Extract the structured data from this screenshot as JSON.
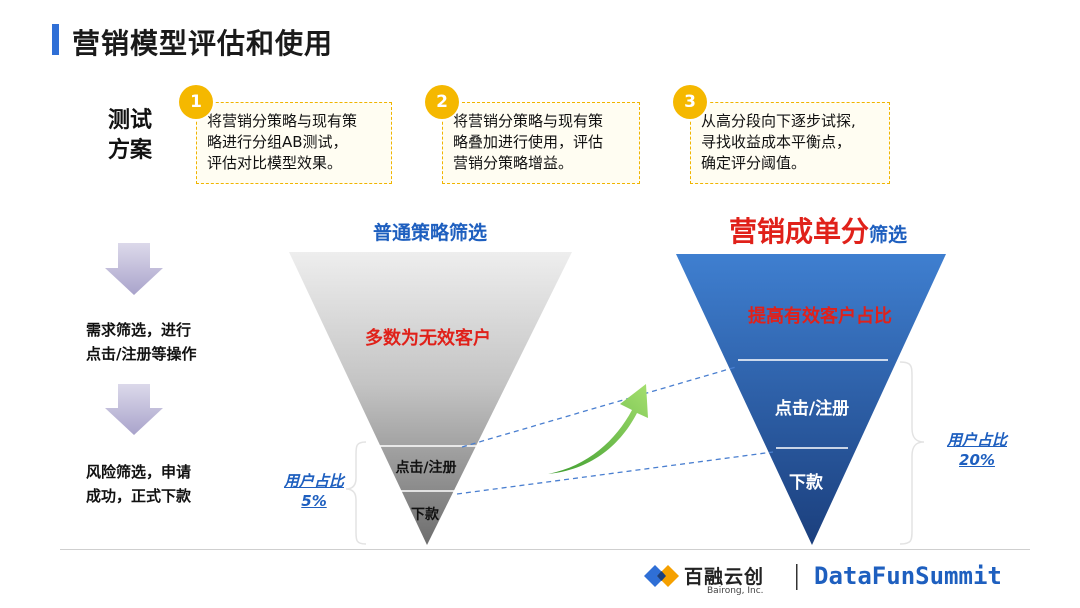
{
  "title": "营销模型评估和使用",
  "test_plan": {
    "label_line1": "测试",
    "label_line2": "方案"
  },
  "steps": [
    {
      "num": "1",
      "lines": [
        "将营销分策略与现有策",
        "略进行分组AB测试，",
        "评估对比模型效果。"
      ]
    },
    {
      "num": "2",
      "lines": [
        "将营销分策略与现有策",
        "略叠加进行使用，评估",
        "营销分策略增益。"
      ]
    },
    {
      "num": "3",
      "lines": [
        "从高分段向下逐步试探,",
        "寻找收益成本平衡点，",
        "确定评分阈值。"
      ]
    }
  ],
  "side_steps": [
    {
      "lines": [
        "需求筛选，进行",
        "点击/注册等操作"
      ]
    },
    {
      "lines": [
        "风险筛选，申请",
        "成功，正式下款"
      ]
    }
  ],
  "funnel_left": {
    "heading": "普通策略筛选",
    "main_label": "多数为无效客户",
    "click_label": "点击/注册",
    "loan_label": "下款",
    "ratio_line1": "用户占比",
    "ratio_line2": "5%"
  },
  "funnel_right": {
    "heading_main": "营销成单分",
    "heading_suffix": "筛选",
    "main_label": "提高有效客户占比",
    "click_label": "点击/注册",
    "loan_label": "下款",
    "ratio_line1": "用户占比",
    "ratio_line2": "20%"
  },
  "footer": {
    "company_cn": "百融云创",
    "company_en": "Bairong, Inc.",
    "event": "DataFunSummit"
  },
  "colors": {
    "accent_blue": "#1e5fbf",
    "red": "#e0211a",
    "orange": "#f5b800",
    "green_arrow": "#6cc24a",
    "title_bar": "#2f6fd6"
  }
}
